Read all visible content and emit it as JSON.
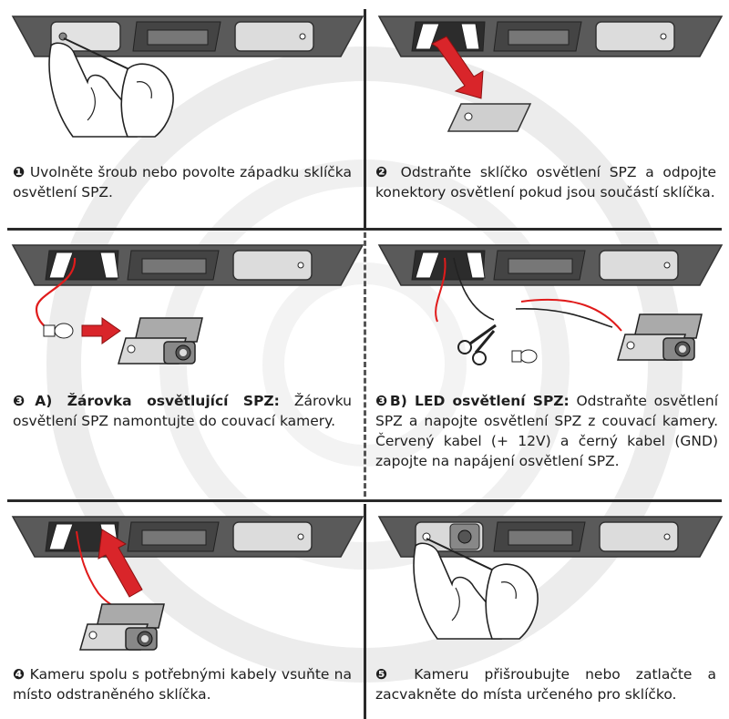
{
  "steps": [
    {
      "marker": "❶",
      "text": "Uvolněte šroub nebo povolte západku sklíčka osvětlení SPZ."
    },
    {
      "marker": "❷",
      "text": "Odstraňte sklíčko osvětlení SPZ a odpojte konektory osvětlení pokud jsou součástí sklíčka."
    },
    {
      "marker": "❸",
      "label": "A) Žárovka osvětlující SPZ:",
      "text": "Žárovku osvětlení SPZ namontujte do couvací kamery."
    },
    {
      "marker": "❸",
      "label": "B) LED osvětlení SPZ:",
      "text": "Odstraňte osvětlení SPZ a napojte osvětlení SPZ z couvací kamery. Červený kabel (+ 12V) a černý kabel (GND) zapojte na napájení osvětlení SPZ."
    },
    {
      "marker": "❹",
      "text": "Kameru spolu s potřebnými kabely vsuňte na místo odstraněného sklíčka."
    },
    {
      "marker": "❺",
      "text": "Kameru přišroubujte nebo zatlačte a zacvakněte do místa určeného pro sklíčko."
    }
  ],
  "colors": {
    "arrow": "#d9252a",
    "strip": "#555555",
    "wire_red": "#e01b1b"
  }
}
